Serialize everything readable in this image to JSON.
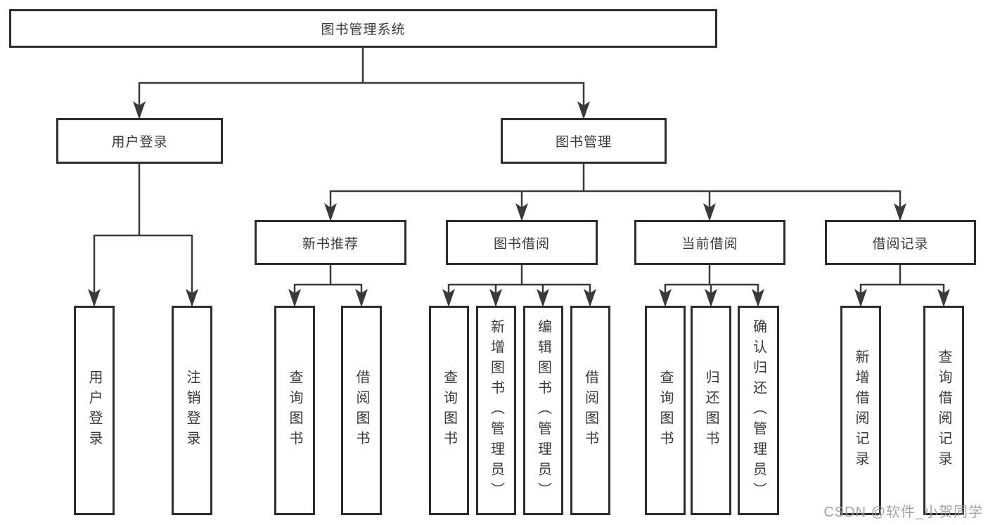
{
  "tree": {
    "root": {
      "label": "图书管理系统"
    },
    "branches": [
      {
        "label": "用户登录",
        "leaves": [
          {
            "label": "用户登录"
          },
          {
            "label": "注销登录"
          }
        ]
      },
      {
        "label": "图书管理",
        "groups": [
          {
            "label": "新书推荐",
            "leaves": [
              {
                "label": "查询图书"
              },
              {
                "label": "借阅图书"
              }
            ]
          },
          {
            "label": "图书借阅",
            "leaves": [
              {
                "label": "查询图书"
              },
              {
                "label": "新增图书（管理员）"
              },
              {
                "label": "编辑图书（管理员）"
              },
              {
                "label": "借阅图书"
              }
            ]
          },
          {
            "label": "当前借阅",
            "leaves": [
              {
                "label": "查询图书"
              },
              {
                "label": "归还图书"
              },
              {
                "label": "确认归还（管理员）"
              }
            ]
          },
          {
            "label": "借阅记录",
            "leaves": [
              {
                "label": "新增借阅记录"
              },
              {
                "label": "查询借阅记录"
              }
            ]
          }
        ]
      }
    ]
  },
  "watermark": {
    "text": "CSDN @软件_小贺同学"
  },
  "colors": {
    "line": "#3a3a3a",
    "box_border": "#2d2d2d",
    "text": "#3a3a3c",
    "watermark": "#9b9b9b",
    "background": "#ffffff"
  }
}
